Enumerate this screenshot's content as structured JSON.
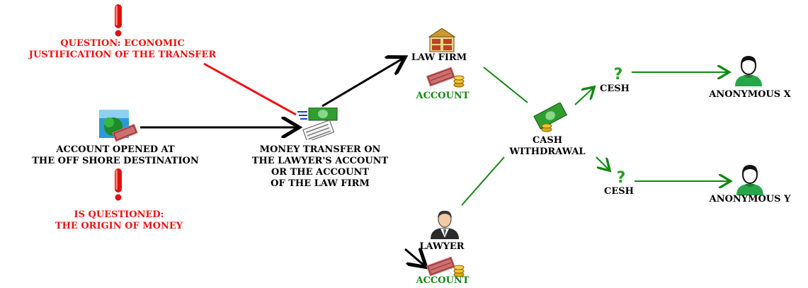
{
  "question_economic": "QUESTION: ECONOMIC\nJUSTIFICATION OF THE TRANSFER",
  "account_opened": "ACCOUNT OPENED AT\nTHE OFF SHORE DESTINATION",
  "is_questioned": "IS QUESTIONED:\nTHE ORIGIN OF MONEY",
  "money_transfer": "MONEY TRANSFER ON\nTHE LAWYER'S ACCOUNT\nOR THE ACCOUNT\nOF THE LAW FIRM",
  "law_firm": "LAW FIRM",
  "law_firm_account": "ACCOUNT",
  "lawyer": "LAWYER",
  "lawyer_account": "ACCOUNT",
  "cash_withdrawal": "CASH\nWITHDRAWAL",
  "cesh_top": "CESH",
  "cesh_bottom": "CESH",
  "anonymous_x": "ANONYMOUS X",
  "anonymous_y": "ANONYMOUS Y",
  "colors": {
    "question": "#ee1111",
    "flow": "#000000",
    "cash_flow": "#118811",
    "account": "#118811"
  },
  "icons": {
    "question_marks": "exclamation-icon",
    "offshore": "offshore-island-icon",
    "transfer": "money-transfer-icon",
    "law_firm": "building-icon",
    "accounts": "cash-stack-icon",
    "lawyer": "lawyer-person-icon",
    "cash": "banknote-coins-icon",
    "unknown": "question-mark-icon",
    "anonymous": "anonymous-person-icon"
  }
}
